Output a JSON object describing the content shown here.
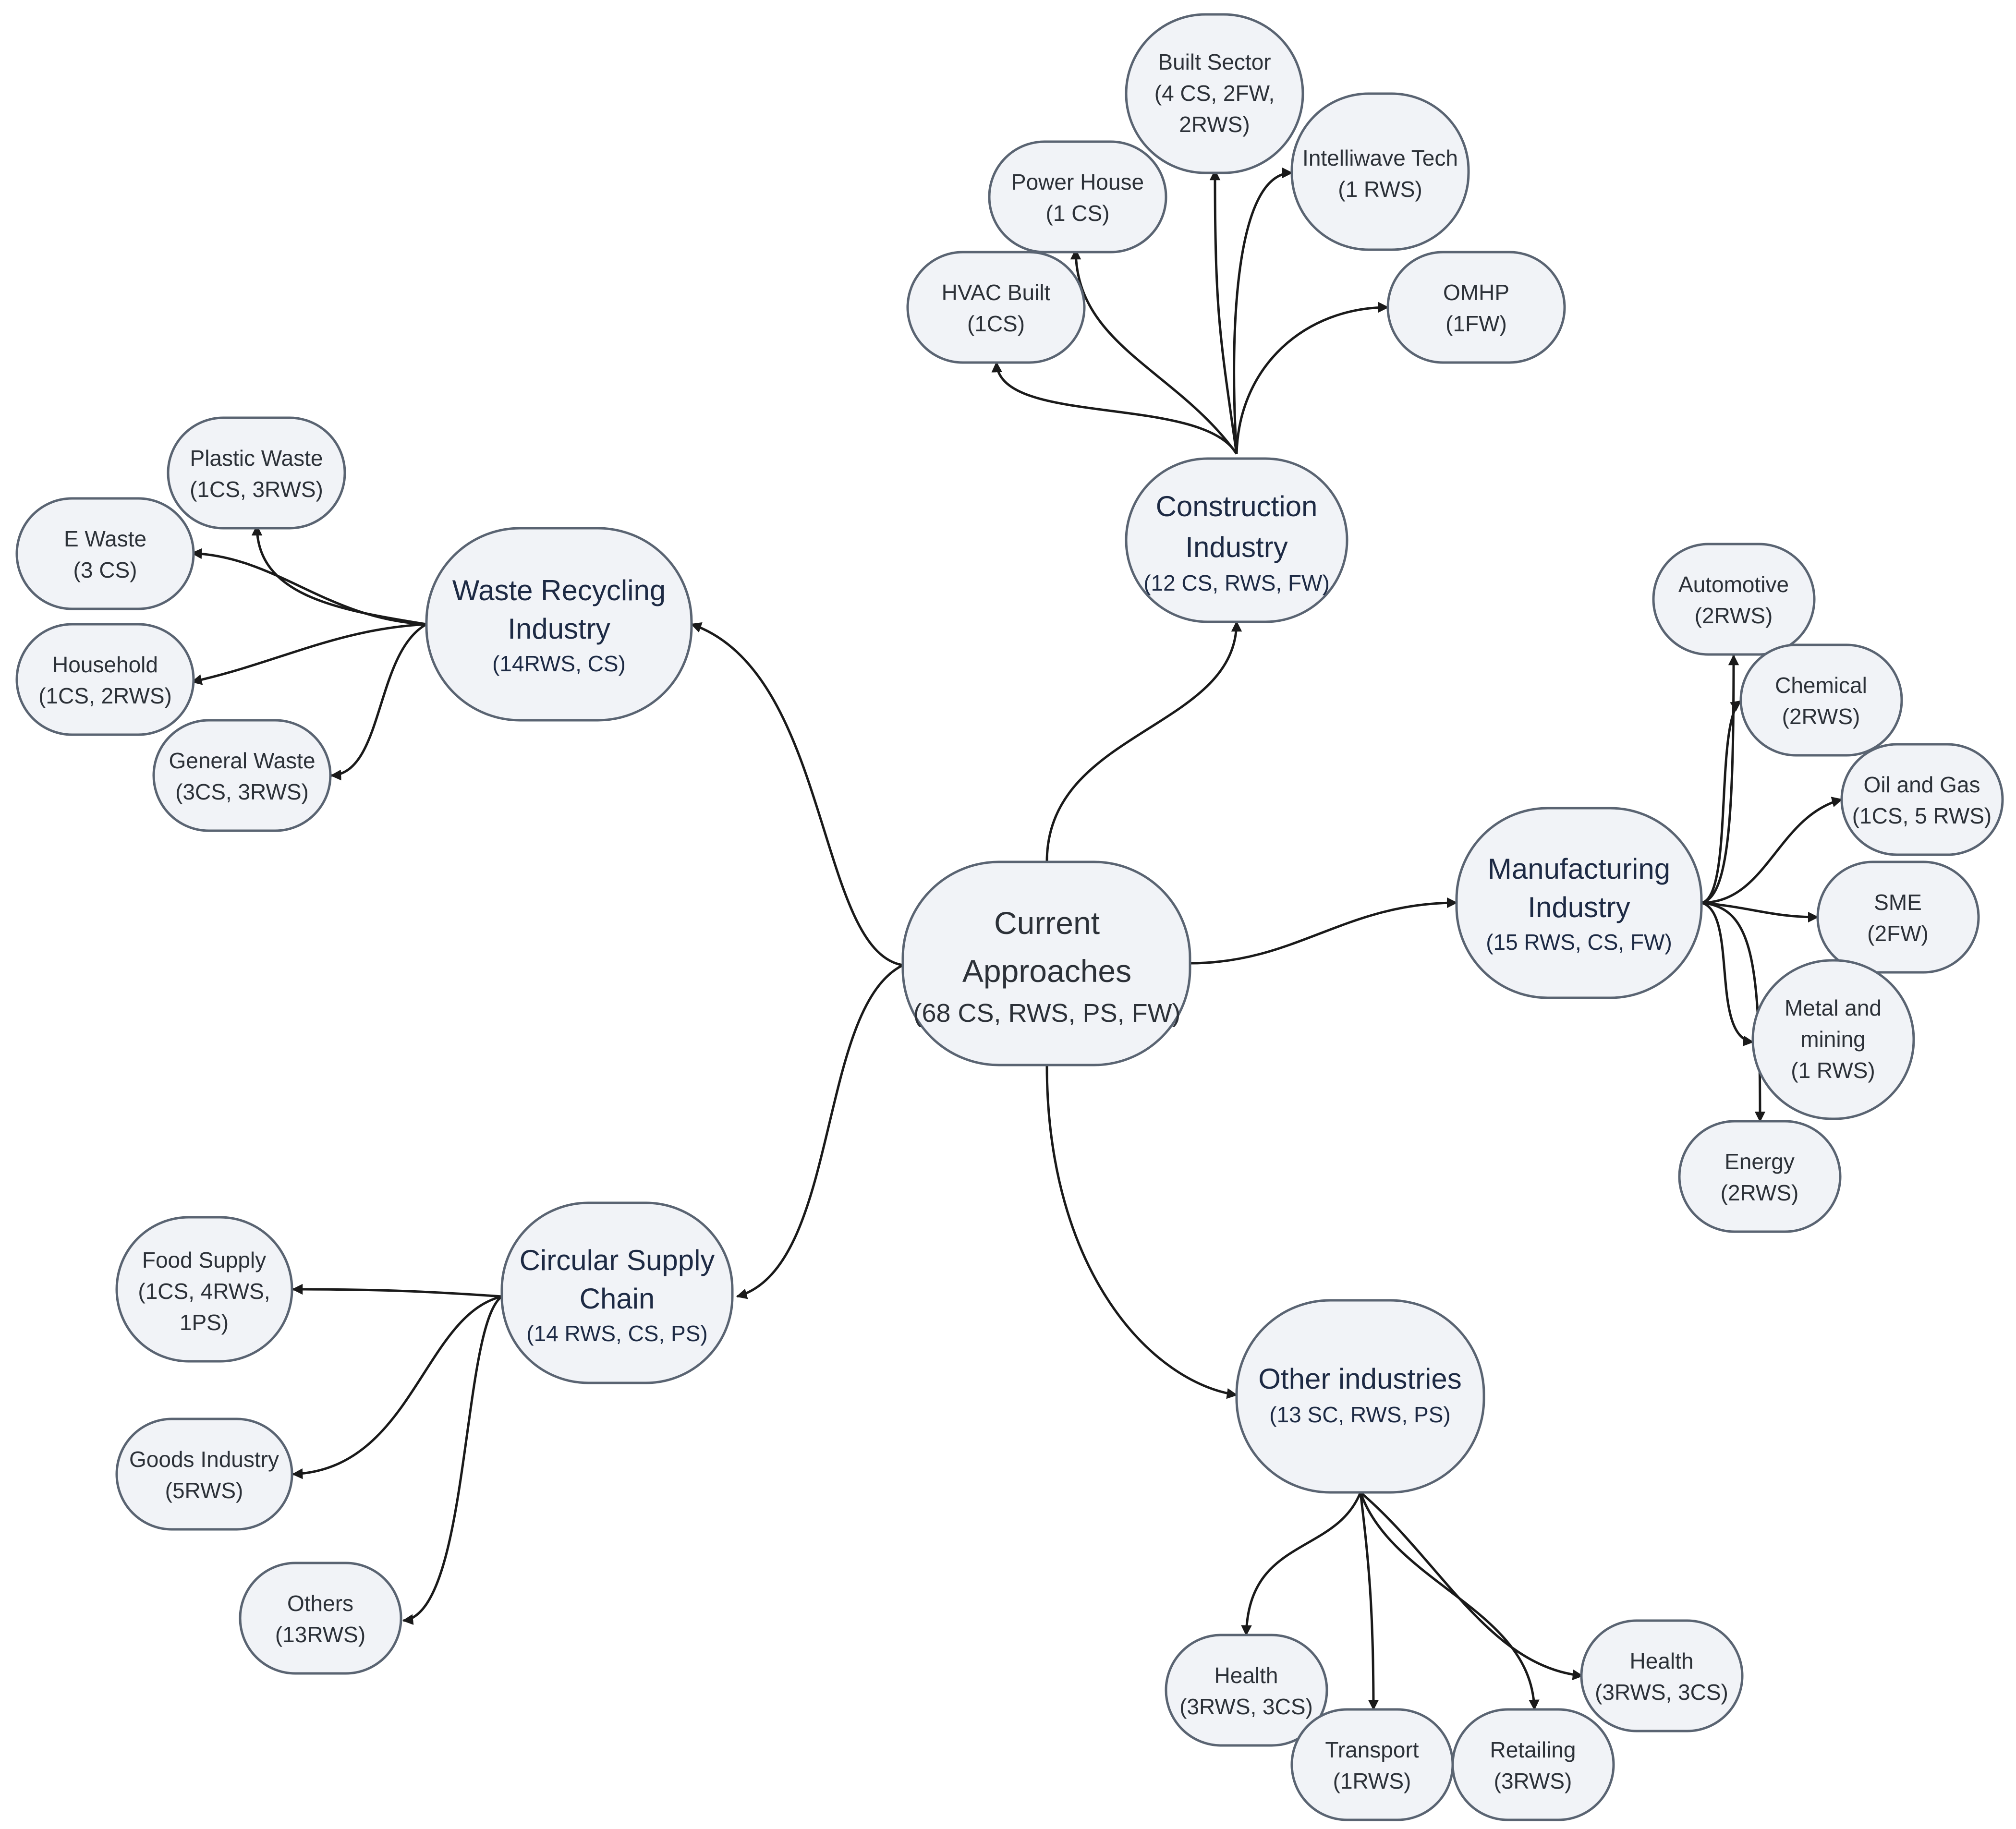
{
  "center": {
    "line1": "Current",
    "line2": "Approaches",
    "sub": "(68 CS, RWS, PS, FW)"
  },
  "construction": {
    "line1": "Construction",
    "line2": "Industry",
    "sub": "(12 CS, RWS, FW)"
  },
  "waste": {
    "line1": "Waste Recycling",
    "line2": "Industry",
    "sub": "(14RWS, CS)"
  },
  "manufacturing": {
    "line1": "Manufacturing",
    "line2": "Industry",
    "sub": "(15 RWS, CS, FW)"
  },
  "supply": {
    "line1": "Circular Supply",
    "line2": "Chain",
    "sub": "(14 RWS, CS, PS)"
  },
  "other": {
    "line1": "Other industries",
    "sub": "(13 SC, RWS, PS)"
  },
  "leaves": {
    "built_sector": [
      "Built Sector",
      "(4 CS, 2FW,",
      "2RWS)"
    ],
    "intelliwave": [
      "Intelliwave Tech",
      "(1 RWS)"
    ],
    "power_house": [
      "Power House",
      "(1 CS)"
    ],
    "hvac": [
      "HVAC Built",
      "(1CS)"
    ],
    "omhp": [
      "OMHP",
      "(1FW)"
    ],
    "plastic_waste": [
      "Plastic Waste",
      "(1CS, 3RWS)"
    ],
    "e_waste": [
      "E Waste",
      "(3 CS)"
    ],
    "household": [
      "Household",
      "(1CS, 2RWS)"
    ],
    "general_waste": [
      "General Waste",
      "(3CS, 3RWS)"
    ],
    "automotive": [
      "Automotive",
      "(2RWS)"
    ],
    "chemical": [
      "Chemical",
      "(2RWS)"
    ],
    "oil_gas": [
      "Oil and Gas",
      "(1CS, 5 RWS)"
    ],
    "sme": [
      "SME",
      "(2FW)"
    ],
    "metal_mining": [
      "Metal and",
      "mining",
      "(1 RWS)"
    ],
    "energy": [
      "Energy",
      "(2RWS)"
    ],
    "food_supply": [
      "Food Supply",
      "(1CS, 4RWS,",
      "1PS)"
    ],
    "goods_industry": [
      "Goods Industry",
      "(5RWS)"
    ],
    "others": [
      "Others",
      "(13RWS)"
    ],
    "health_left": [
      "Health",
      "(3RWS, 3CS)"
    ],
    "transport": [
      "Transport",
      "(1RWS)"
    ],
    "retailing": [
      "Retailing",
      "(3RWS)"
    ],
    "health_right": [
      "Health",
      "(3RWS, 3CS)"
    ]
  },
  "colors": {
    "node_fill": "#f1f3f7",
    "node_stroke": "#5a6472",
    "edge": "#1a1a1a",
    "main_text": "#1d2a44"
  }
}
